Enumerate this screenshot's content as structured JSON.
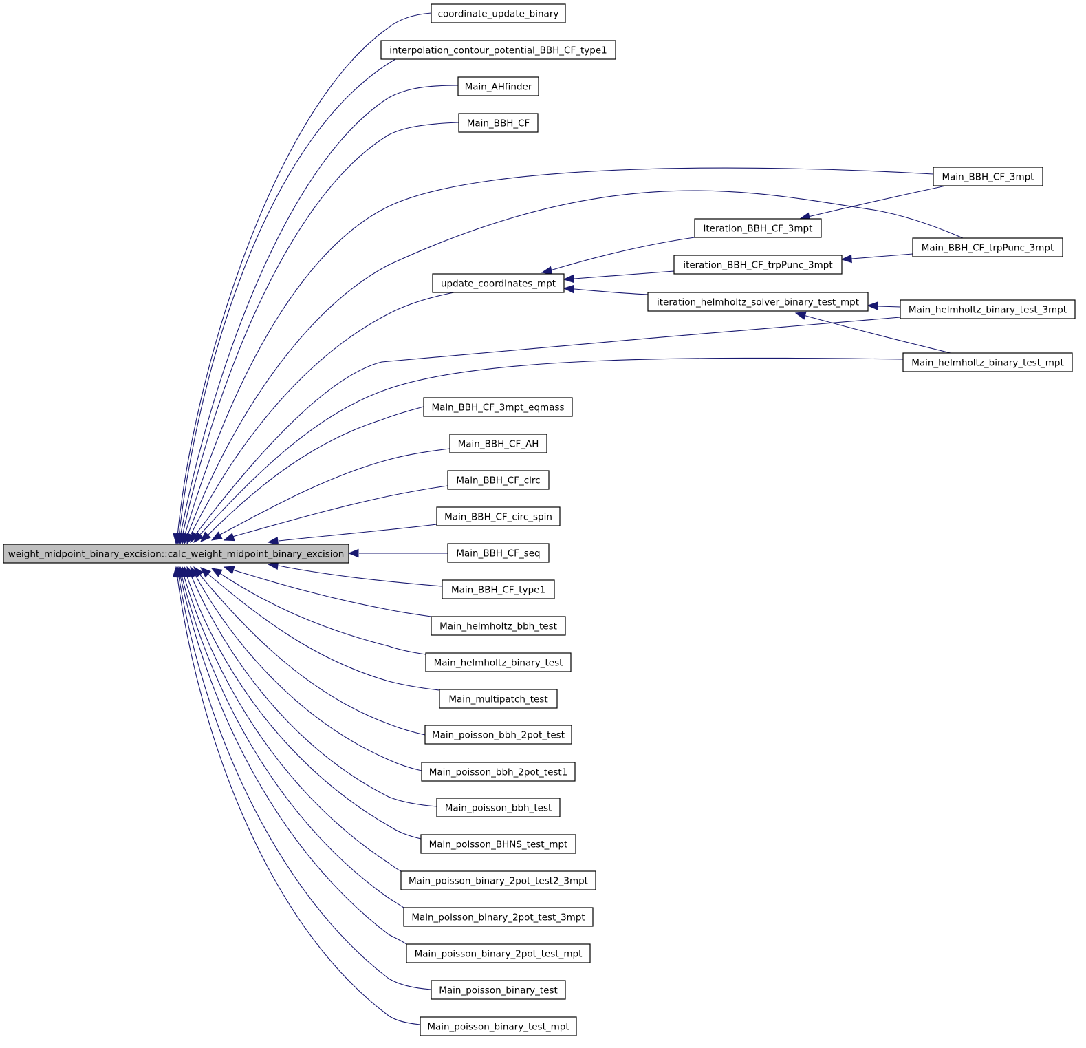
{
  "colors": {
    "edge": "#191970",
    "root_fill": "#bfbfbf",
    "node_fill": "#ffffff",
    "node_border": "#000000"
  },
  "nodes": [
    {
      "id": "root",
      "label": "weight_midpoint_binary_excision::calc_weight_midpoint_binary_excision",
      "root": true
    },
    {
      "id": "coordinate_update_binary",
      "label": "coordinate_update_binary"
    },
    {
      "id": "interpolation_contour",
      "label": "interpolation_contour_potential_BBH_CF_type1"
    },
    {
      "id": "main_ahfinder",
      "label": "Main_AHfinder"
    },
    {
      "id": "main_bbh_cf",
      "label": "Main_BBH_CF"
    },
    {
      "id": "main_bbh_cf_3mpt",
      "label": "Main_BBH_CF_3mpt"
    },
    {
      "id": "iteration_bbh_cf_3mpt",
      "label": "iteration_BBH_CF_3mpt"
    },
    {
      "id": "main_bbh_cf_trppunc_3mpt",
      "label": "Main_BBH_CF_trpPunc_3mpt"
    },
    {
      "id": "iteration_bbh_cf_trppunc_3mpt",
      "label": "iteration_BBH_CF_trpPunc_3mpt"
    },
    {
      "id": "update_coordinates_mpt",
      "label": "update_coordinates_mpt"
    },
    {
      "id": "iteration_helmholtz",
      "label": "iteration_helmholtz_solver_binary_test_mpt"
    },
    {
      "id": "main_helmholtz_binary_test_3mpt",
      "label": "Main_helmholtz_binary_test_3mpt"
    },
    {
      "id": "main_helmholtz_binary_test_mpt",
      "label": "Main_helmholtz_binary_test_mpt"
    },
    {
      "id": "main_bbh_cf_3mpt_eqmass",
      "label": "Main_BBH_CF_3mpt_eqmass"
    },
    {
      "id": "main_bbh_cf_ah",
      "label": "Main_BBH_CF_AH"
    },
    {
      "id": "main_bbh_cf_circ",
      "label": "Main_BBH_CF_circ"
    },
    {
      "id": "main_bbh_cf_circ_spin",
      "label": "Main_BBH_CF_circ_spin"
    },
    {
      "id": "main_bbh_cf_seq",
      "label": "Main_BBH_CF_seq"
    },
    {
      "id": "main_bbh_cf_type1",
      "label": "Main_BBH_CF_type1"
    },
    {
      "id": "main_helmholtz_bbh_test",
      "label": "Main_helmholtz_bbh_test"
    },
    {
      "id": "main_helmholtz_binary_test",
      "label": "Main_helmholtz_binary_test"
    },
    {
      "id": "main_multipatch_test",
      "label": "Main_multipatch_test"
    },
    {
      "id": "main_poisson_bbh_2pot_test",
      "label": "Main_poisson_bbh_2pot_test"
    },
    {
      "id": "main_poisson_bbh_2pot_test1",
      "label": "Main_poisson_bbh_2pot_test1"
    },
    {
      "id": "main_poisson_bbh_test",
      "label": "Main_poisson_bbh_test"
    },
    {
      "id": "main_poisson_bhns_test_mpt",
      "label": "Main_poisson_BHNS_test_mpt"
    },
    {
      "id": "main_poisson_binary_2pot_test2_3mpt",
      "label": "Main_poisson_binary_2pot_test2_3mpt"
    },
    {
      "id": "main_poisson_binary_2pot_test_3mpt",
      "label": "Main_poisson_binary_2pot_test_3mpt"
    },
    {
      "id": "main_poisson_binary_2pot_test_mpt",
      "label": "Main_poisson_binary_2pot_test_mpt"
    },
    {
      "id": "main_poisson_binary_test",
      "label": "Main_poisson_binary_test"
    },
    {
      "id": "main_poisson_binary_test_mpt",
      "label": "Main_poisson_binary_test_mpt"
    }
  ],
  "edges": [
    {
      "from": "coordinate_update_binary",
      "to": "root"
    },
    {
      "from": "interpolation_contour",
      "to": "root"
    },
    {
      "from": "main_ahfinder",
      "to": "root"
    },
    {
      "from": "main_bbh_cf",
      "to": "root"
    },
    {
      "from": "main_bbh_cf_3mpt",
      "to": "root"
    },
    {
      "from": "main_bbh_cf_trppunc_3mpt",
      "to": "root"
    },
    {
      "from": "update_coordinates_mpt",
      "to": "root"
    },
    {
      "from": "main_helmholtz_binary_test_3mpt",
      "to": "root"
    },
    {
      "from": "main_helmholtz_binary_test_mpt",
      "to": "root"
    },
    {
      "from": "main_bbh_cf_3mpt_eqmass",
      "to": "root"
    },
    {
      "from": "main_bbh_cf_ah",
      "to": "root"
    },
    {
      "from": "main_bbh_cf_circ",
      "to": "root"
    },
    {
      "from": "main_bbh_cf_circ_spin",
      "to": "root"
    },
    {
      "from": "main_bbh_cf_seq",
      "to": "root"
    },
    {
      "from": "main_bbh_cf_type1",
      "to": "root"
    },
    {
      "from": "main_helmholtz_bbh_test",
      "to": "root"
    },
    {
      "from": "main_helmholtz_binary_test",
      "to": "root"
    },
    {
      "from": "main_multipatch_test",
      "to": "root"
    },
    {
      "from": "main_poisson_bbh_2pot_test",
      "to": "root"
    },
    {
      "from": "main_poisson_bbh_2pot_test1",
      "to": "root"
    },
    {
      "from": "main_poisson_bbh_test",
      "to": "root"
    },
    {
      "from": "main_poisson_bhns_test_mpt",
      "to": "root"
    },
    {
      "from": "main_poisson_binary_2pot_test2_3mpt",
      "to": "root"
    },
    {
      "from": "main_poisson_binary_2pot_test_3mpt",
      "to": "root"
    },
    {
      "from": "main_poisson_binary_2pot_test_mpt",
      "to": "root"
    },
    {
      "from": "main_poisson_binary_test",
      "to": "root"
    },
    {
      "from": "main_poisson_binary_test_mpt",
      "to": "root"
    },
    {
      "from": "iteration_bbh_cf_3mpt",
      "to": "update_coordinates_mpt"
    },
    {
      "from": "iteration_bbh_cf_trppunc_3mpt",
      "to": "update_coordinates_mpt"
    },
    {
      "from": "iteration_helmholtz",
      "to": "update_coordinates_mpt"
    },
    {
      "from": "main_bbh_cf_3mpt",
      "to": "iteration_bbh_cf_3mpt"
    },
    {
      "from": "main_bbh_cf_trppunc_3mpt",
      "to": "iteration_bbh_cf_trppunc_3mpt"
    },
    {
      "from": "main_helmholtz_binary_test_3mpt",
      "to": "iteration_helmholtz"
    },
    {
      "from": "main_helmholtz_binary_test_mpt",
      "to": "iteration_helmholtz"
    }
  ]
}
